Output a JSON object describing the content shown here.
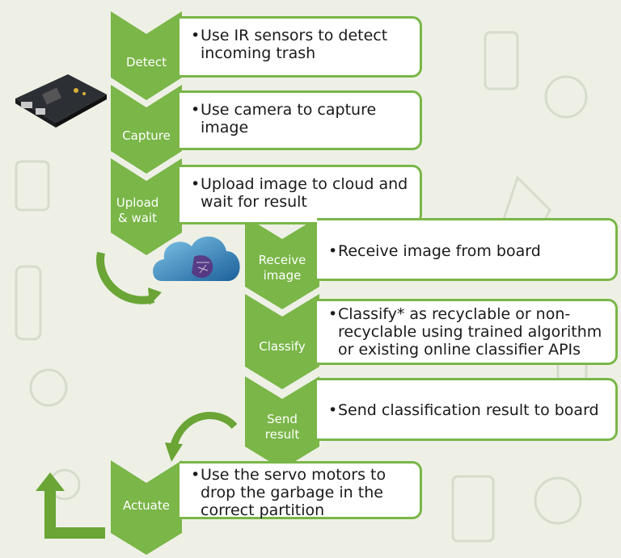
{
  "steps": [
    {
      "label": "Detect",
      "text": "Use IR sensors to detect incoming trash"
    },
    {
      "label": "Capture",
      "text": "Use camera to capture image"
    },
    {
      "label": "Upload & wait",
      "text": "Upload image to cloud and wait for result"
    },
    {
      "label": "Receive image",
      "text": "Receive image from board"
    },
    {
      "label": "Classify",
      "text": "Classify* as recyclable or non-recyclable using trained algorithm or existing online classifier APIs"
    },
    {
      "label": "Send result",
      "text": "Send classification result to board"
    },
    {
      "label": "Actuate",
      "text": "Use the servo motors to drop the garbage in the correct partition"
    }
  ],
  "colors": {
    "green": "#7ab648",
    "bg": "#eef0e6"
  },
  "icons": [
    "board-photo-icon",
    "cloud-icon"
  ]
}
